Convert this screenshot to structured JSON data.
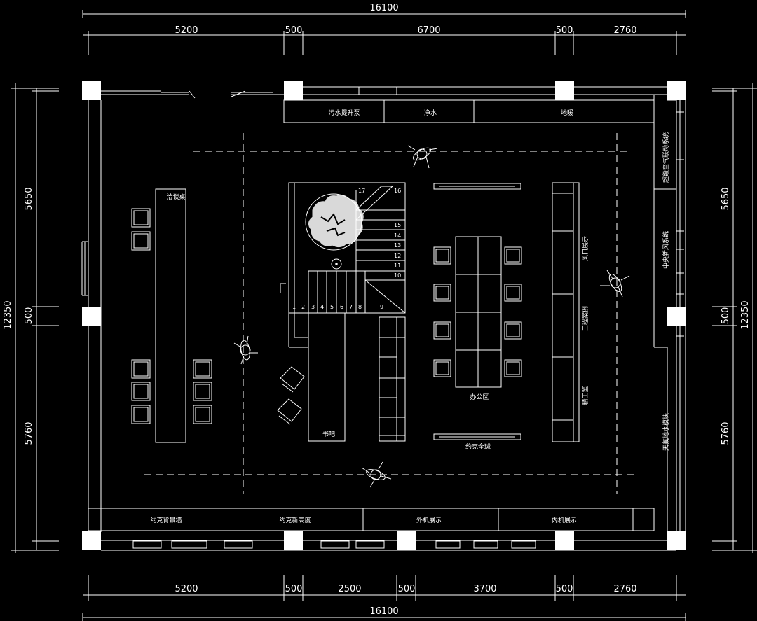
{
  "dimensions": {
    "top_total": "16100",
    "top_segments": [
      "5200",
      "500",
      "6700",
      "500",
      "2760"
    ],
    "bottom_total": "16100",
    "bottom_segments": [
      "5200",
      "500",
      "2500",
      "500",
      "3700",
      "500",
      "2760"
    ],
    "left_total": "12350",
    "left_segments": [
      "5650",
      "500",
      "5760"
    ],
    "right_total": "12350",
    "right_segments": [
      "5650",
      "500",
      "5760"
    ]
  },
  "labels": {
    "sewage_pump": "污水提升泵",
    "water_purify": "净水",
    "floor_heating": "地暖",
    "air_linkage": "超级空气联动系统",
    "fresh_air": "中央新风系统",
    "fluorine_module": "天氟地水模块",
    "negotiation_table": "洽谈桌",
    "book_bar": "书吧",
    "office": "办公区",
    "yoke_global": "约克全球",
    "vent_display": "风口展示",
    "project_cases": "工程案例",
    "craft_appraisal": "精工鉴",
    "yoke_background_wall": "约克背景墙",
    "yoke_new_height": "约克新高度",
    "outdoor_display": "外机展示",
    "indoor_display": "内机展示"
  },
  "stair_numbers": [
    "1",
    "2",
    "3",
    "4",
    "5",
    "6",
    "7",
    "8",
    "9",
    "10",
    "11",
    "12",
    "13",
    "14",
    "15",
    "16",
    "17"
  ],
  "colors": {
    "background": "#000000",
    "line": "#ffffff"
  }
}
